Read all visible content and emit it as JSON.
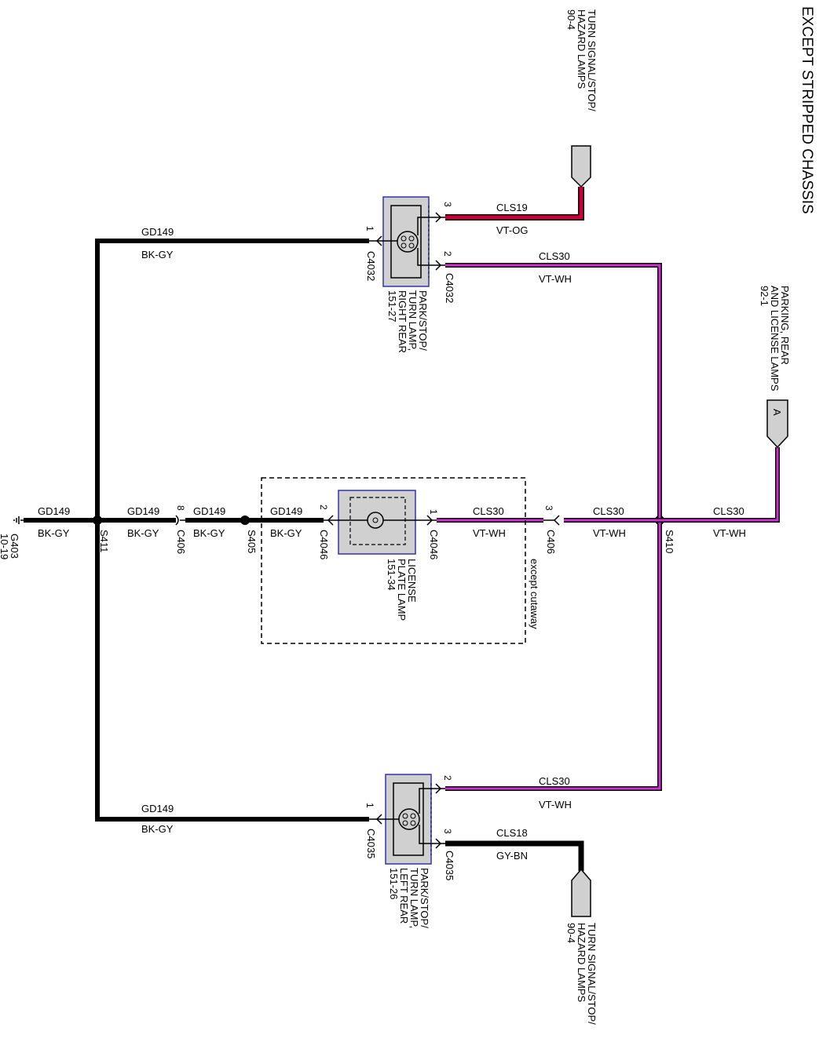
{
  "diagram": {
    "title": "EXCEPT STRIPPED CHASSIS",
    "colors": {
      "ground_wire": "#000000",
      "vt_og_wire": "#c8003c",
      "vt_wh_wire": "#cc33cc",
      "lamp_fill": "#d0d0d0",
      "lamp_border": "#3333aa"
    },
    "refs": {
      "turn_top_line1": "TURN SIGNAL/STOP/",
      "turn_top_line2": "HAZARD LAMPS",
      "turn_top_line3": "90-4",
      "parking_line1": "PARKING, REAR",
      "parking_line2": "AND LICENSE LAMPS",
      "parking_line3": "92-1",
      "parking_connector": "A",
      "turn_bottom_line1": "TURN SIGNAL/STOP/",
      "turn_bottom_line2": "HAZARD LAMPS",
      "turn_bottom_line3": "90-4"
    },
    "right_rear_lamp": {
      "line1": "PARK/STOP/",
      "line2": "TURN LAMP,",
      "line3": "RIGHT REAR",
      "line4": "151-27",
      "pin1": "1",
      "pin2": "2",
      "pin3": "3",
      "conn_left": "C4032",
      "conn_right": "C4032"
    },
    "left_rear_lamp": {
      "line1": "PARK/STOP/",
      "line2": "TURN LAMP,",
      "line3": "LEFT REAR",
      "line4": "151-26",
      "pin1": "1",
      "pin2": "2",
      "pin3": "3",
      "conn_left": "C4035",
      "conn_right": "C4035"
    },
    "license_lamp": {
      "line1": "LICENSE",
      "line2": "PLATE LAMP",
      "line3": "151-34",
      "pin1": "1",
      "pin2": "2",
      "conn_left": "C4046",
      "conn_right": "C4046",
      "note": "except cutaway"
    },
    "wires": {
      "gd149_top": "GD149",
      "bkgy_top": "BK-GY",
      "cls19": "CLS19",
      "vtog": "VT-OG",
      "cls30_top": "CLS30",
      "vtwh_top": "VT-WH",
      "gd149_g": "GD149",
      "bkgy_g": "BK-GY",
      "gd149_m1": "GD149",
      "bkgy_m1": "BK-GY",
      "gd149_m2": "GD149",
      "bkgy_m2": "BK-GY",
      "gd149_m3": "GD149",
      "bkgy_m3": "BK-GY",
      "cls30_m1": "CLS30",
      "vtwh_m1": "VT-WH",
      "cls30_m2": "CLS30",
      "vtwh_m2": "VT-WH",
      "cls30_m3": "CLS30",
      "vtwh_m3": "VT-WH",
      "gd149_bot": "GD149",
      "bkgy_bot": "BK-GY",
      "cls30_bot": "CLS30",
      "vtwh_bot": "VT-WH",
      "cls18": "CLS18",
      "gybn": "GY-BN"
    },
    "splices": {
      "s411": "S411",
      "s405": "S405",
      "s410": "S410"
    },
    "connectors": {
      "c406_left": "C406",
      "c406_left_pin": "8",
      "c406_right": "C406",
      "c406_right_pin": "3"
    },
    "ground": {
      "name": "G403",
      "ref": "10-19"
    }
  }
}
